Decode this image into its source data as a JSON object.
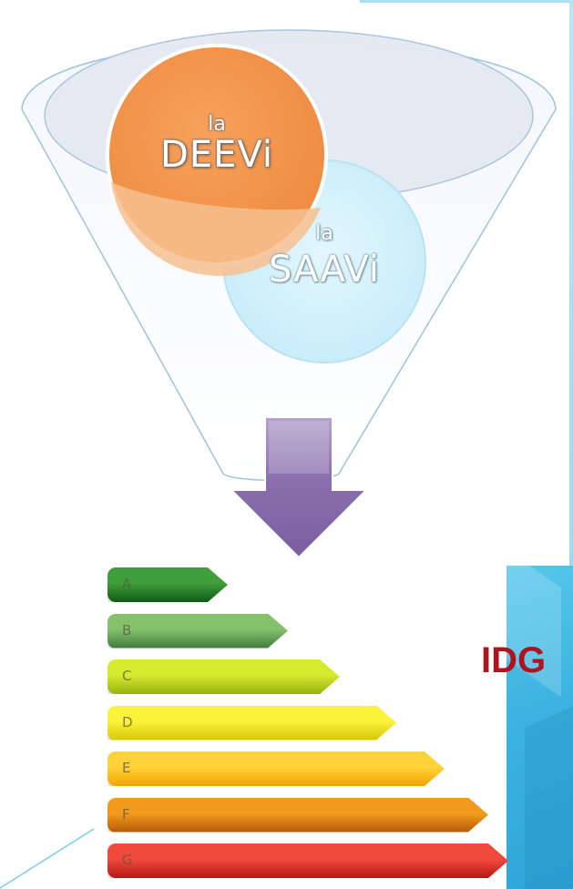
{
  "funnel": {
    "circle_left": {
      "prefix": "la",
      "name": "DEEVi",
      "color": "#f2924a"
    },
    "circle_right": {
      "prefix": "la",
      "name": "SAAVi",
      "color": "#cdeffa"
    },
    "arrow_color": "#7e63a0"
  },
  "energy_scale": {
    "bars": [
      {
        "letter": "A",
        "color_light": "#3f9f3a",
        "color_dark": "#0e5a16",
        "fill": 0.3
      },
      {
        "letter": "B",
        "color_light": "#85c06b",
        "color_dark": "#3d7b3e",
        "fill": 0.45
      },
      {
        "letter": "C",
        "color_light": "#d7ea2f",
        "color_dark": "#95b20f",
        "fill": 0.58
      },
      {
        "letter": "D",
        "color_light": "#fbf23a",
        "color_dark": "#d6c704",
        "fill": 0.72
      },
      {
        "letter": "E",
        "color_light": "#ffd23a",
        "color_dark": "#f3a500",
        "fill": 0.84
      },
      {
        "letter": "F",
        "color_light": "#f39a1e",
        "color_dark": "#b35a08",
        "fill": 0.95
      },
      {
        "letter": "G",
        "color_light": "#f04a3c",
        "color_dark": "#b71818",
        "fill": 1.0
      }
    ]
  },
  "label": "IDG",
  "colors": {
    "accent_blue": "#3cb3e0",
    "label_red": "#b0131e"
  }
}
